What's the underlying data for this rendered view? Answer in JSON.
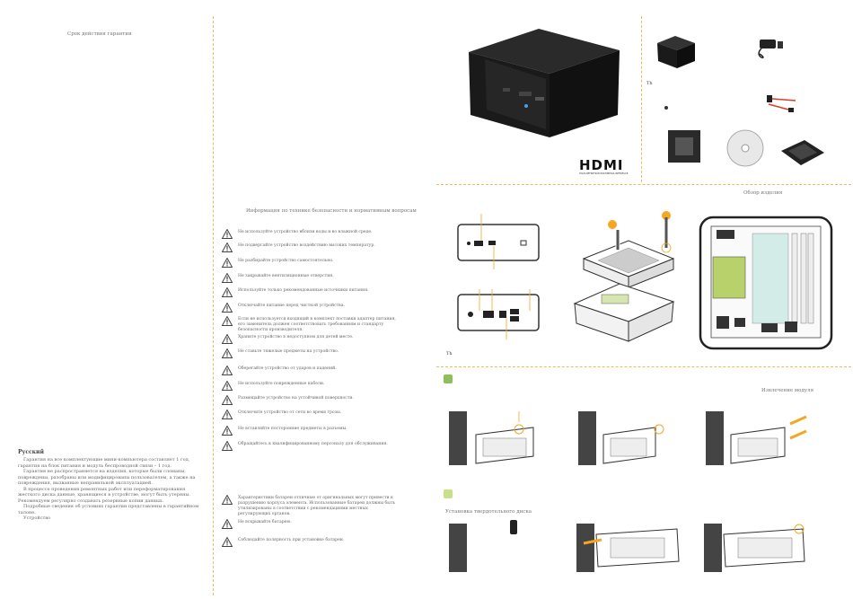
{
  "left_panel": {
    "warranty_title": "Срок действия гарантии",
    "language": "Русский",
    "paragraphs": [
      "Гарантия на все комплектующие мини-компьютера составляет 1 год, гарантия на блок питания и модуль беспроводной связи – 1 год.",
      "Гарантия не распространяется на изделия, которые были сломаны, повреждены, разобраны или модифицированы пользователем, а также на повреждения, вызванные неправильной эксплуатацией.",
      "В процессе проведения ремонтных работ или переформатирования жесткого диска данные, хранящиеся в устройстве, могут быть утеряны. Рекомендуем регулярно создавать резервные копии данных.",
      "Подробные сведения об условиях гарантии представлены в гарантийном талоне.",
      "Устройство"
    ]
  },
  "middle_panel": {
    "safety_title": "Информация по технике безопасности и нормативным вопросам",
    "warnings": [
      "Не используйте устройство вблизи воды и во влажной среде.",
      "Не подвергайте устройство воздействию высоких температур.",
      "Не разбирайте устройство самостоятельно.",
      "Не закрывайте вентиляционные отверстия.",
      "Используйте только рекомендованные источники питания.",
      "Отключайте питание перед чисткой устройства.",
      "Если не используется входящий в комплект поставки адаптер питания, его заменитель должен соответствовать требованиям и стандарту безопасности производителя.",
      "Храните устройство в недоступном для детей месте.",
      "Не ставьте тяжелые предметы на устройство.",
      "Оберегайте устройство от ударов и падений.",
      "Не используйте поврежденные кабели.",
      "Размещайте устройство на устойчивой поверхности.",
      "Отключите устройство от сети во время грозы.",
      "Не вставляйте посторонние предметы в разъемы.",
      "Обращайтесь к квалифицированному персоналу для обслуживания.",
      "Характеристики батареи отличные от оригинальных могут привести к разрушению корпуса элемента. Использованные батареи должны быть утилизированы в соответствии с рекомендациями местных регулирующих органов.",
      "Не вскрывайте батарею.",
      "Соблюдайте полярность при установке батареи."
    ]
  },
  "right_panel": {
    "overview_title": "Обзор изделия",
    "hdmi_logo": "HDMI",
    "hdmi_tagline": "HIGH-DEFINITION MULTIMEDIA INTERFACE",
    "package_caption": "Th",
    "ports_caption": "Th",
    "memory_title": "Извлечение модуля",
    "hdd_title": "Установка твердотельного диска",
    "colors": {
      "accent_orange": "#f5a623",
      "step_green": "#8fbf5a",
      "step_light_green": "#c9df8a",
      "highlight_green": "#b8d16a",
      "dashed_line": "#f0b860"
    }
  }
}
